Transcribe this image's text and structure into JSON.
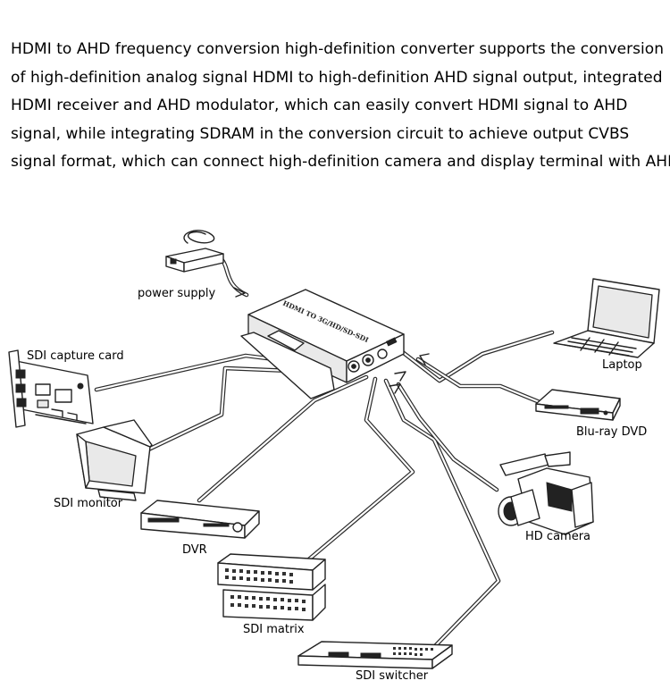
{
  "description_lines": [
    "HDMI to AHD frequency conversion high-definition converter supports the conversion",
    "of high-definition analog signal HDMI to high-definition AHD signal output, integrated",
    "HDMI receiver and AHD modulator, which can easily convert HDMI signal to AHD",
    "signal, while integrating SDRAM in the conversion circuit to achieve output CVBS",
    "signal format, which can connect high-definition camera and display terminal with AHD"
  ],
  "converter_box_label": "HDMI TO 3G/HD/SD-SDI",
  "devices": {
    "power_supply": "power supply",
    "sdi_capture_card": "SDI capture card",
    "sdi_monitor": "SDI monitor",
    "dvr": "DVR",
    "sdi_matrix": "SDI matrix",
    "sdi_switcher": "SDI switcher",
    "laptop": "Laptop",
    "bluray_dvd": "Blu-ray DVD",
    "hd_camera": "HD camera"
  }
}
